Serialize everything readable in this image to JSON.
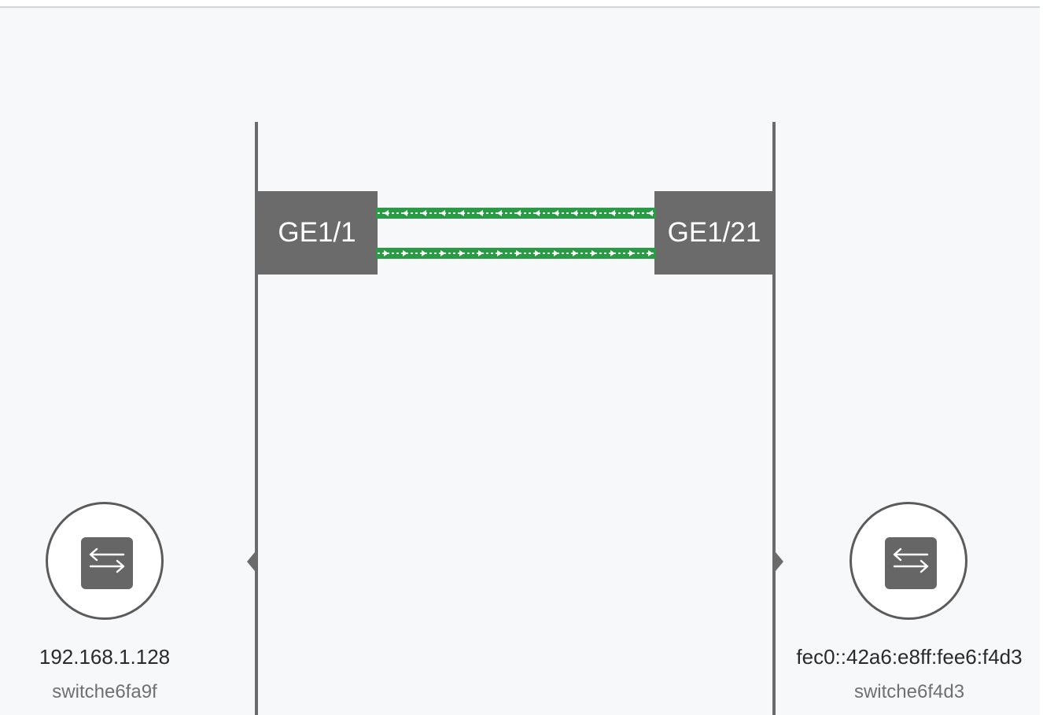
{
  "ports": {
    "left": {
      "label": "GE1/1"
    },
    "right": {
      "label": "GE1/21"
    }
  },
  "links": [
    {
      "direction": "right-to-left",
      "color": "#2a9b45"
    },
    {
      "direction": "left-to-right",
      "color": "#2a9b45"
    }
  ],
  "devices": {
    "left": {
      "ip": "192.168.1.128",
      "name": "switche6fa9f",
      "icon": "switch-icon"
    },
    "right": {
      "ip": "fec0::42a6:e8ff:fee6:f4d3",
      "name": "switche6f4d3",
      "icon": "switch-icon"
    }
  },
  "colors": {
    "line": "#6b6b6b",
    "port_bg": "#6b6b6b",
    "link": "#2a9b45",
    "background": "#f7f8fa"
  }
}
